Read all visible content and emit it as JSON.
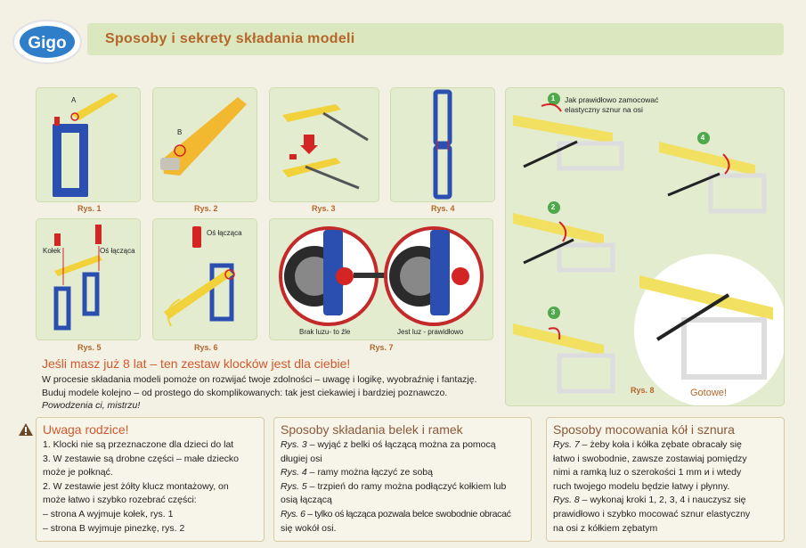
{
  "header": {
    "title": "Sposoby i sekrety składania modeli",
    "logo_text": "Gigo"
  },
  "figures": {
    "rys1": "Rys. 1",
    "rys2": "Rys. 2",
    "rys3": "Rys. 3",
    "rys4": "Rys. 4",
    "rys5": "Rys. 5",
    "rys6": "Rys. 6",
    "rys7": "Rys. 7",
    "rys8": "Rys. 8"
  },
  "labels": {
    "a": "A",
    "b": "B",
    "kolek": "Kołek",
    "os_laczaca": "Oś łącząca",
    "os_laczaca2": "Oś łącząca",
    "brak_luzu": "Brak luzu- to źle",
    "jest_luz": "Jest luz - prawidłowo",
    "jak_line1": "Jak prawidłowo zamocować",
    "jak_line2": "elastyczny sznur na osi",
    "gotowe": "Gotowe!",
    "n1": "1",
    "n2": "2",
    "n3": "3",
    "n4": "4"
  },
  "intro": {
    "title": "Jeśli masz już 8 lat – ten zestaw klocków jest dla ciebie!",
    "text": "W procesie składania modeli pomoże on rozwijać twoje zdolności – uwagę i logikę, wyobraźnię i fantazję. Buduj modele kolejno – od prostego do skomplikowanych: tak jest ciekawiej i bardziej poznawczo. ",
    "text_italic": "Powodzenia ci, mistrzu!"
  },
  "warning": {
    "title": "Uwaga rodzice!",
    "lines": [
      "1. Klocki nie są przeznaczone dla dzieci do lat",
      "3. W zestawie są drobne części – małe dziecko",
      "może je połknąć.",
      "2. W zestawie jest żółty klucz montażowy, on",
      "może łatwo i szybko rozebrać części:",
      "– strona A wyjmuje kołek, rys. 1",
      "– strona B wyjmuje pinezkę, rys. 2"
    ]
  },
  "belki": {
    "title": "Sposoby składania belek i ramek",
    "items": [
      {
        "ref": "Rys. 3",
        "text": " – wyjąć z belki oś łączącą można za pomocą"
      },
      {
        "ref": "",
        "text": "długiej osi"
      },
      {
        "ref": "Rys. 4",
        "text": " – ramy można łączyć ze sobą"
      },
      {
        "ref": "Rys. 5",
        "text": " – trzpień do ramy można podłączyć kołkiem lub"
      },
      {
        "ref": "",
        "text": "osią łączącą"
      },
      {
        "ref": "Rys. 6",
        "text": " – tylko oś łącząca pozwala belce swobodnie obracać"
      },
      {
        "ref": "",
        "text": "się wokół osi."
      }
    ]
  },
  "mocowanie": {
    "title": "Sposoby mocowania kół i sznura",
    "items": [
      {
        "ref": "Rys. 7",
        "text": " – żeby koła i kółka zębate obracały się"
      },
      {
        "ref": "",
        "text": "łatwo i swobodnie, zawsze zostawiaj pomiędzy"
      },
      {
        "ref": "",
        "text": "nimi a ramką luz o szerokości 1 mm и i wtedy"
      },
      {
        "ref": "",
        "text": "ruch twojego modelu będzie łatwy i płynny."
      },
      {
        "ref": "Rys. 8",
        "text": " – wykonaj kroki 1, 2, 3, 4 i nauczysz się"
      },
      {
        "ref": "",
        "text": "prawidłowo i szybko mocować sznur elastyczny"
      },
      {
        "ref": "",
        "text": "na osi z kółkiem zębatym"
      }
    ]
  },
  "colors": {
    "accent": "#b5652a",
    "title_red": "#d2582a",
    "panel": "#e4ecd0",
    "blue": "#2b4fb0",
    "yellow": "#f2d23a",
    "red": "#d42424"
  }
}
